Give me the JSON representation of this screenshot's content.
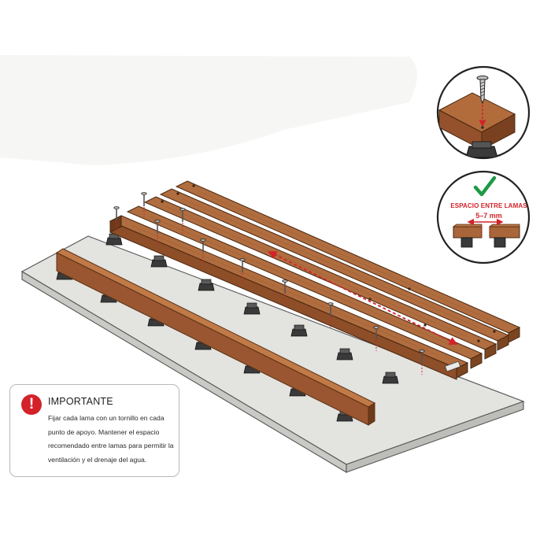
{
  "callout_spacing": {
    "label_line1": "ESPACIO ENTRE LAMAS",
    "label_line2": "5–7 mm",
    "check_icon": "check-icon",
    "accent_color": "#d3222a",
    "check_color": "#1e9a45"
  },
  "callout_screw": {
    "icon": "screw-icon"
  },
  "note": {
    "icon": "exclamation-icon",
    "icon_glyph": "!",
    "title": "IMPORTANTE",
    "body": "Fijar cada lama con un tornillo en cada punto de apoyo. Mantener el espacio recomendado entre lamas para permitir la ventilación y el drenaje del agua.",
    "accent_color": "#d3222a"
  },
  "colors": {
    "wood": "#a8663a",
    "wood_dark": "#7c4522",
    "concrete": "#dededb",
    "support": "#3a3a3a"
  }
}
